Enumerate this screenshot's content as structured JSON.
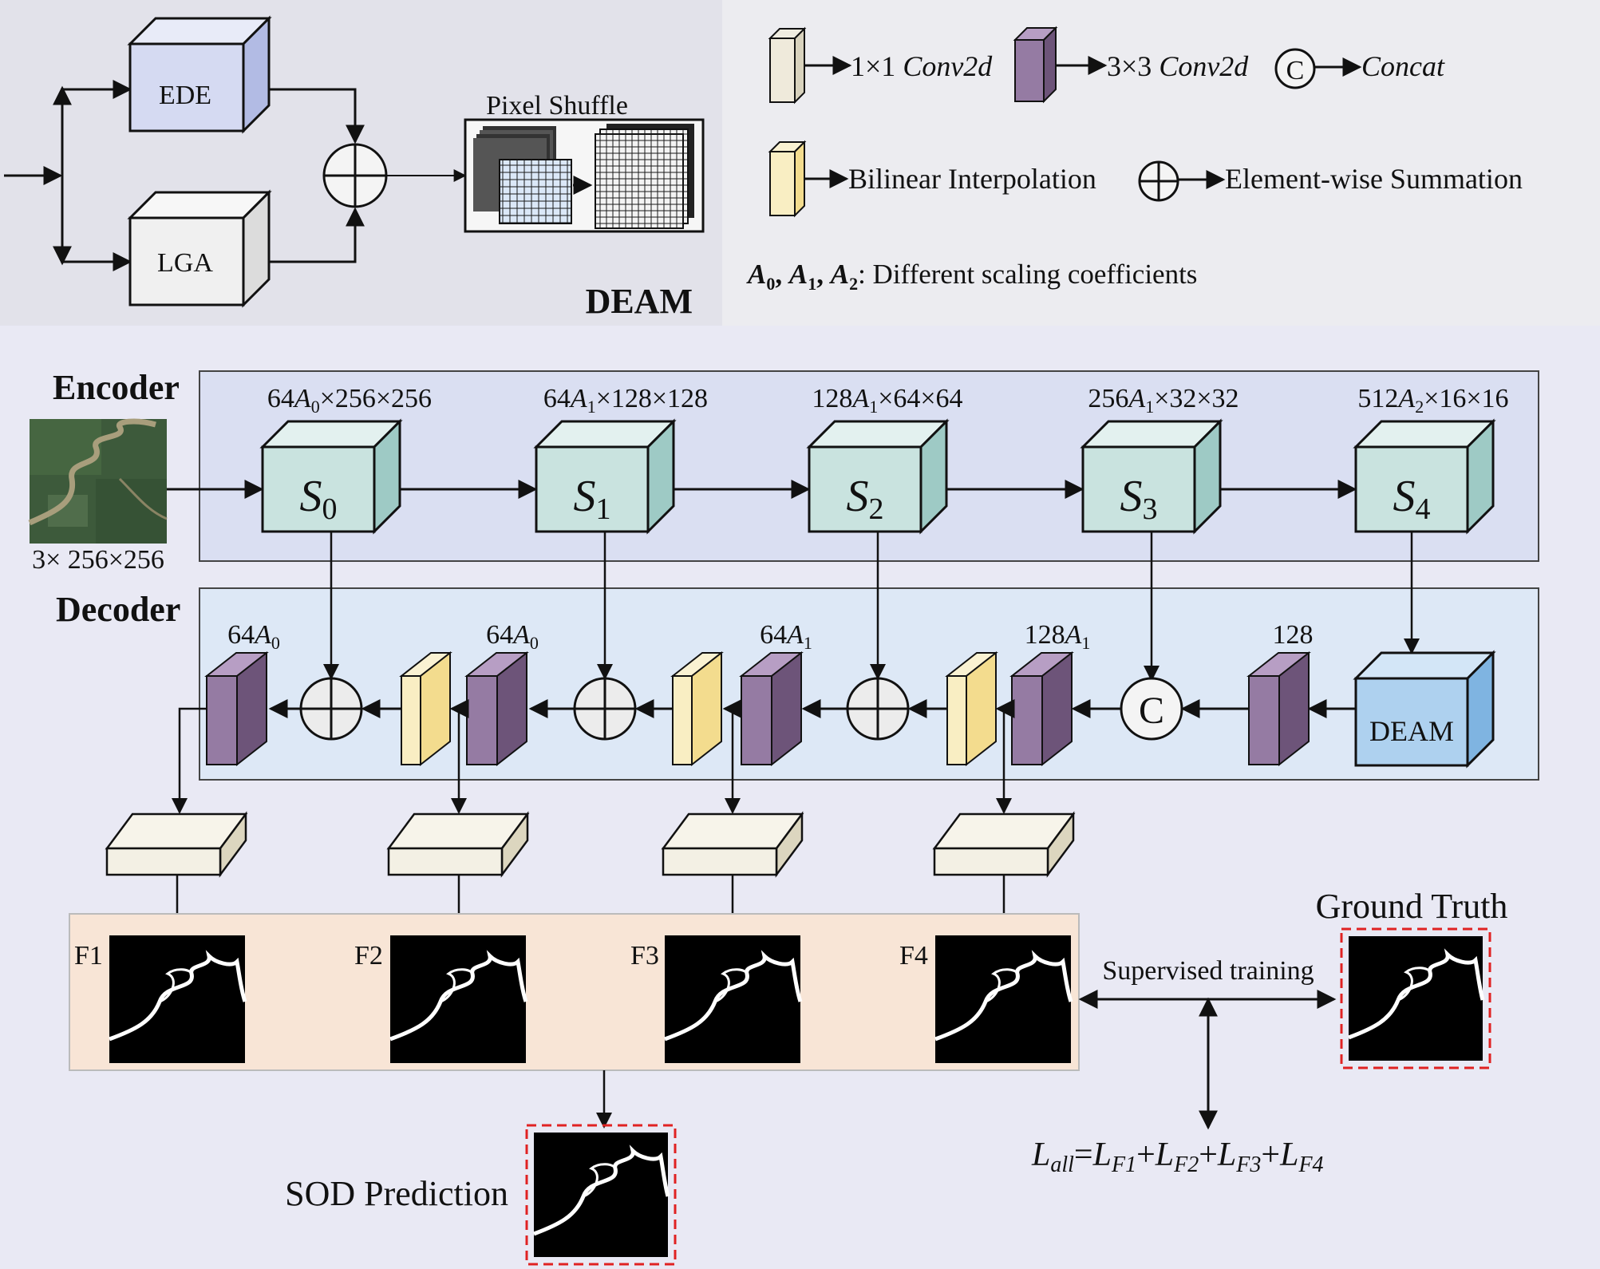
{
  "deam_panel": {
    "title": "DEAM",
    "ede_label": "EDE",
    "lga_label": "LGA",
    "pixel_shuffle_label": "Pixel Shuffle"
  },
  "legend": {
    "conv1_label": "1×1 ",
    "conv1_italic": "Conv2d",
    "conv3_label": "3×3 ",
    "conv3_italic": "Conv2d",
    "concat_symbol": "C",
    "concat_label": "Concat",
    "bilinear_label": "Bilinear Interpolation",
    "sum_label": "Element-wise Summation",
    "coef_a0": "A",
    "coef_a1": "A",
    "coef_a2": "A",
    "coef_sub0": "0",
    "coef_sub1": "1",
    "coef_sub2": "2",
    "coef_desc": ": Different scaling coefficients"
  },
  "encoder": {
    "label": "Encoder",
    "input_size": "3× 256×256",
    "stages": [
      {
        "name": "S",
        "sub": "0",
        "dim_pre": "64",
        "dim_a": "A",
        "dim_a_sub": "0",
        "dim_post": "×256×256"
      },
      {
        "name": "S",
        "sub": "1",
        "dim_pre": "64",
        "dim_a": "A",
        "dim_a_sub": "1",
        "dim_post": "×128×128"
      },
      {
        "name": "S",
        "sub": "2",
        "dim_pre": "128",
        "dim_a": "A",
        "dim_a_sub": "1",
        "dim_post": "×64×64"
      },
      {
        "name": "S",
        "sub": "3",
        "dim_pre": "256",
        "dim_a": "A",
        "dim_a_sub": "1",
        "dim_post": "×32×32"
      },
      {
        "name": "S",
        "sub": "4",
        "dim_pre": "512",
        "dim_a": "A",
        "dim_a_sub": "2",
        "dim_post": "×16×16"
      }
    ]
  },
  "decoder": {
    "label": "Decoder",
    "deam_label": "DEAM",
    "concat_symbol": "C",
    "channel_labels": [
      {
        "pre": "64",
        "a": "A",
        "sub": "0"
      },
      {
        "pre": "64",
        "a": "A",
        "sub": "0"
      },
      {
        "pre": "64",
        "a": "A",
        "sub": "1"
      },
      {
        "pre": "128",
        "a": "A",
        "sub": "1"
      },
      {
        "pre": "128",
        "a": "",
        "sub": ""
      }
    ]
  },
  "outputs": {
    "maps": [
      "F1",
      "F2",
      "F3",
      "F4"
    ],
    "ground_truth": "Ground Truth",
    "supervised": "Supervised training",
    "sod_prediction": "SOD Prediction",
    "loss": {
      "L": "L",
      "all": "all",
      "eq": "=",
      "terms": [
        "F1",
        "F2",
        "F3",
        "F4"
      ],
      "plus": "+"
    }
  },
  "colors": {
    "deam_panel_bg": "#e2e2ea",
    "legend_panel_bg": "#ececf0",
    "encoder_bg": "#dadff2",
    "decoder_bg": "#dde8f6",
    "output_bg": "#f8e5d6",
    "stage_front": "#c9e3df",
    "stage_side": "#9ecac5",
    "conv3_front": "#957ba3",
    "conv3_side": "#6d5479",
    "bilinear_front": "#f9eec3",
    "bilinear_side": "#f3dc8e",
    "deam_front": "#aed1ef",
    "deam_side": "#7fb4e1",
    "ede_front": "#d5daf2",
    "ede_side": "#b2bbe4",
    "gt_border": "#e02222"
  }
}
